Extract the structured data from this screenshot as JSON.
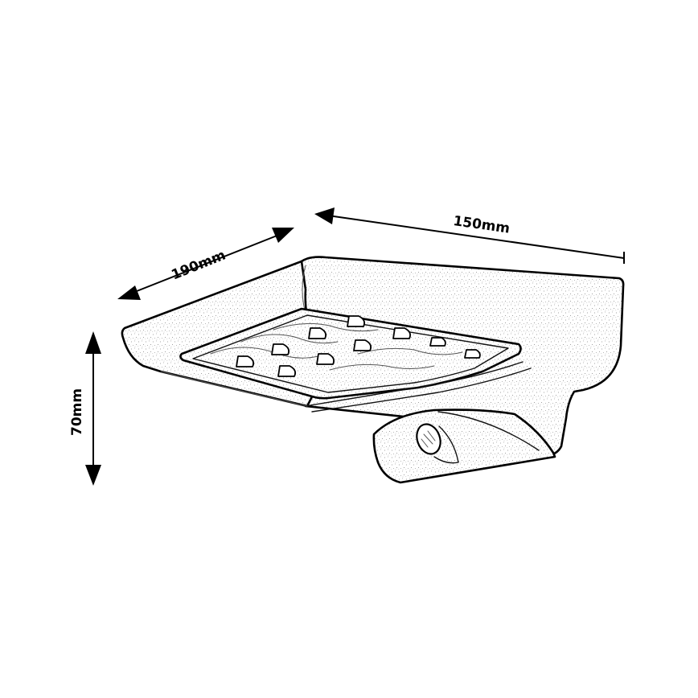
{
  "drawing": {
    "subject": "solar LED wall light with motion sensor",
    "colors": {
      "line": "#000000",
      "background": "#ffffff",
      "texture": "#8a8a8a"
    }
  },
  "dimensions": {
    "width": {
      "label": "150mm"
    },
    "depth": {
      "label": "190mm"
    },
    "height": {
      "label": "70mm"
    }
  },
  "led_panel": {
    "led_count": 10
  }
}
